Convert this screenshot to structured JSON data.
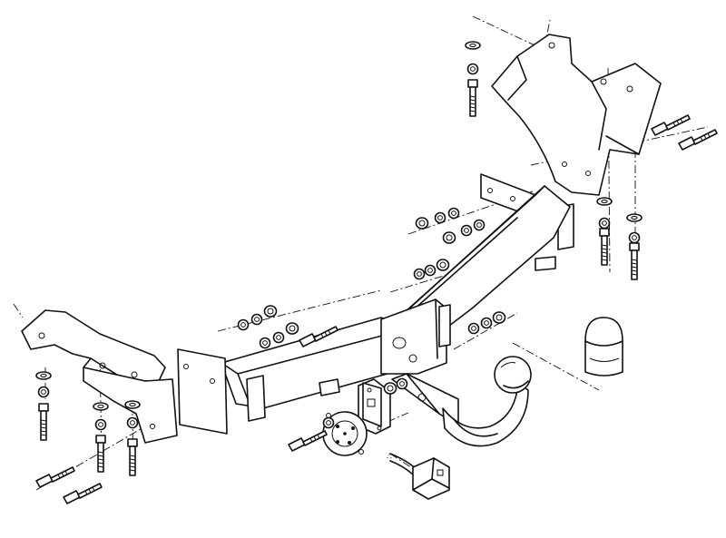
{
  "diagram": {
    "type": "exploded-assembly-drawing",
    "parts": [
      "left-chassis-bracket",
      "right-chassis-bracket",
      "cross-beam",
      "tow-ball-neck",
      "ball-cover-cap",
      "socket-plate",
      "electrical-socket",
      "bolts",
      "nuts",
      "washers"
    ],
    "text_label": "∴"
  }
}
